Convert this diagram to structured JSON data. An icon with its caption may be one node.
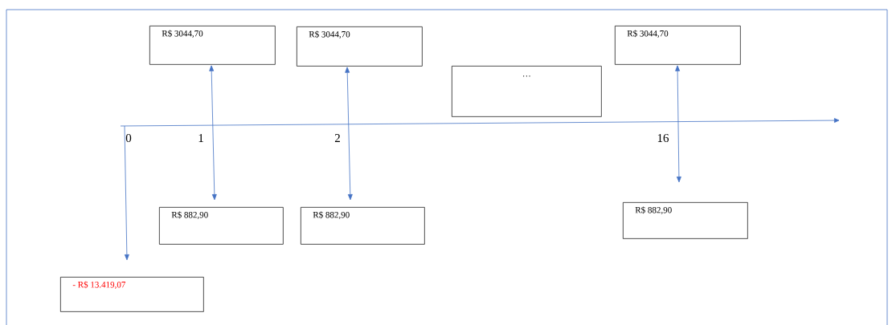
{
  "diagram": {
    "nodes": [
      {
        "text": [
          "R$ 3044,70"
        ]
      },
      {
        "text": [
          "R$ 3044,70"
        ]
      },
      {
        "text": [
          "R$ 3044,70"
        ]
      },
      {
        "text": [
          "…"
        ]
      },
      {
        "text": [
          "R$ 882,90"
        ]
      },
      {
        "text": [
          "R$ 882,90"
        ]
      },
      {
        "text": [
          "R$ 882,90"
        ]
      },
      {
        "text": [
          "- R$ 13.419,07"
        ]
      }
    ],
    "edges": [
      {
        "from": 0,
        "to": 4,
        "arrow": "both"
      },
      {
        "from": 1,
        "to": 5,
        "arrow": "both"
      },
      {
        "from": 2,
        "to": 6,
        "arrow": "both"
      },
      {
        "from": null,
        "to": 7,
        "arrow": "to"
      }
    ],
    "labels": [
      "0",
      "1",
      "2",
      "16"
    ]
  }
}
